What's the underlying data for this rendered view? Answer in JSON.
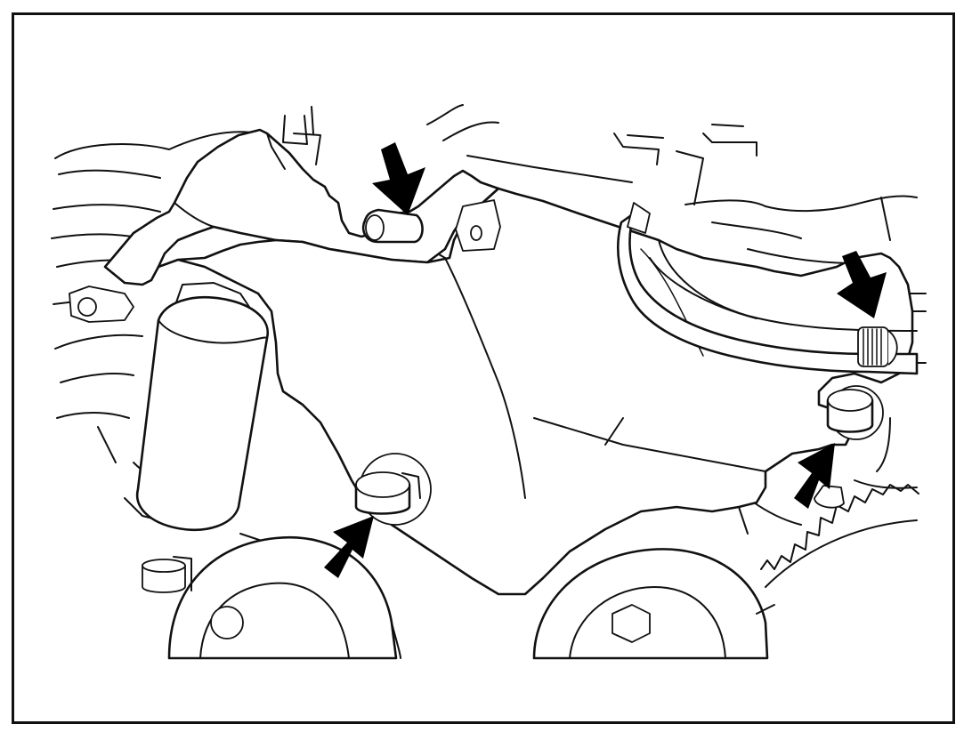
{
  "figure": {
    "colors": {
      "line": "#111111",
      "background": "#ffffff",
      "arrow": "#000000"
    },
    "callout_arrows": [
      {
        "name": "arrow-top-bolt",
        "points_to": "upper-left-bolt"
      },
      {
        "name": "arrow-hose-clamp",
        "points_to": "hose-clamp"
      },
      {
        "name": "arrow-center-bolt",
        "points_to": "center-bolt"
      },
      {
        "name": "arrow-right-bolt",
        "points_to": "lower-right-bolt"
      }
    ]
  }
}
